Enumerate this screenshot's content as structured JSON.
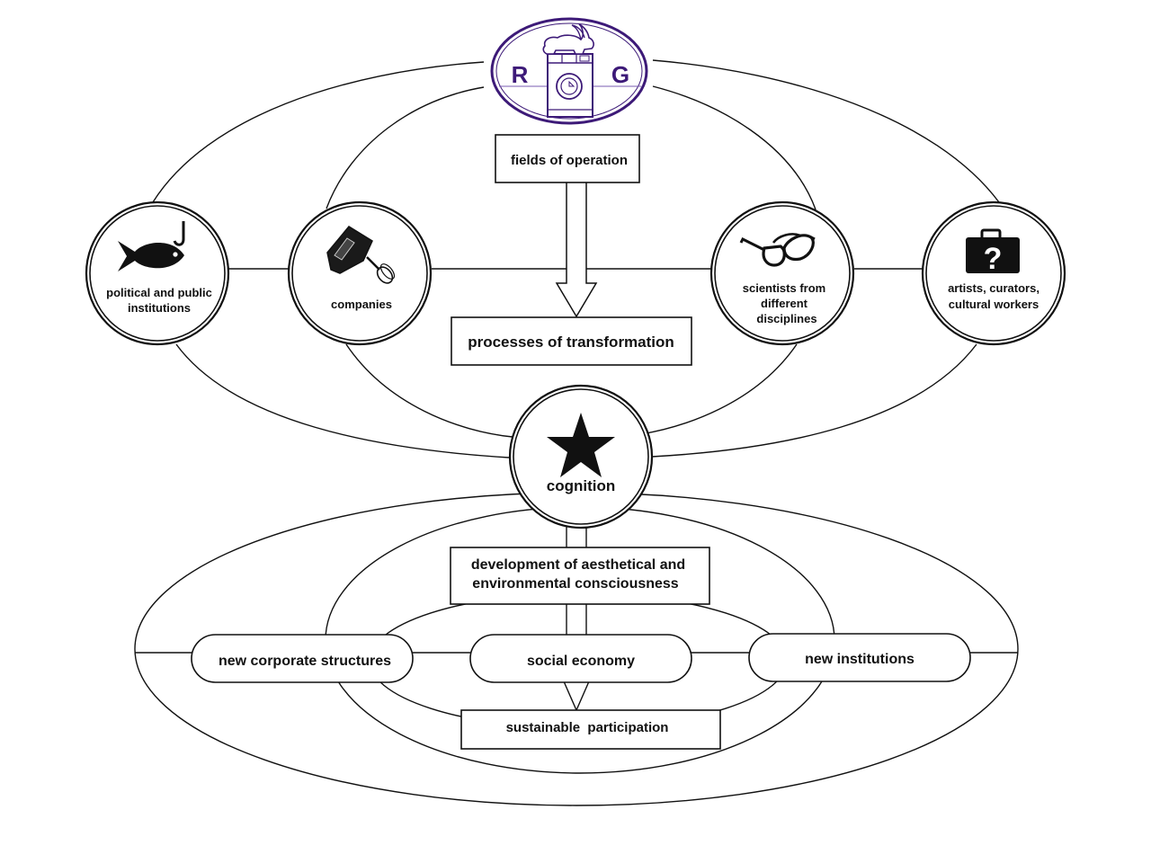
{
  "logo": {
    "letter_left": "R",
    "letter_right": "G",
    "icon": "rabbit-on-washing-machine-icon",
    "color": "#3d1a78"
  },
  "top_flow": {
    "source_box": "fields of operation",
    "target_box": "processes of transformation",
    "arrow": "down-arrow-icon"
  },
  "actors": [
    {
      "label_lines": [
        "political and public",
        "institutions"
      ],
      "icon": "fish-on-hook-icon"
    },
    {
      "label_lines": [
        "companies"
      ],
      "icon": "hand-mixer-icon"
    },
    {
      "label_lines": [
        "scientists from",
        "different",
        "disciplines"
      ],
      "icon": "eyeglasses-icon"
    },
    {
      "label_lines": [
        "artists, curators,",
        "cultural workers"
      ],
      "icon": "briefcase-question-icon"
    }
  ],
  "center": {
    "label": "cognition",
    "icon": "star-icon"
  },
  "bottom_flow": {
    "consciousness_lines": [
      "development of aesthetical and",
      "environmental consciousness"
    ],
    "outcomes": [
      "new corporate structures",
      "social economy",
      "new institutions"
    ],
    "final_box": "sustainable  participation"
  },
  "colors": {
    "line": "#111111",
    "logo_purple": "#3d1a78"
  }
}
